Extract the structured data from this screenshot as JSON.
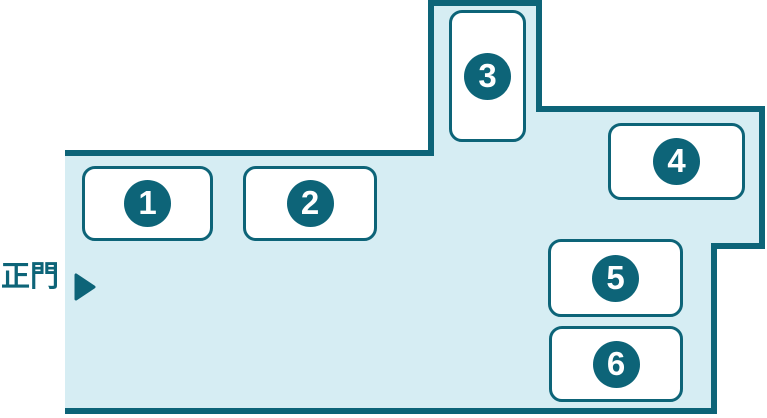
{
  "gate": {
    "label": "正門",
    "arrow_icon": "right-triangle-icon"
  },
  "buildings": [
    {
      "number": "1"
    },
    {
      "number": "2"
    },
    {
      "number": "3"
    },
    {
      "number": "4"
    },
    {
      "number": "5"
    },
    {
      "number": "6"
    }
  ],
  "colors": {
    "outline": "#0d6478",
    "campus_fill": "#d6edf3",
    "building_fill": "#ffffff",
    "badge_fill": "#0d6478",
    "badge_text": "#ffffff"
  }
}
